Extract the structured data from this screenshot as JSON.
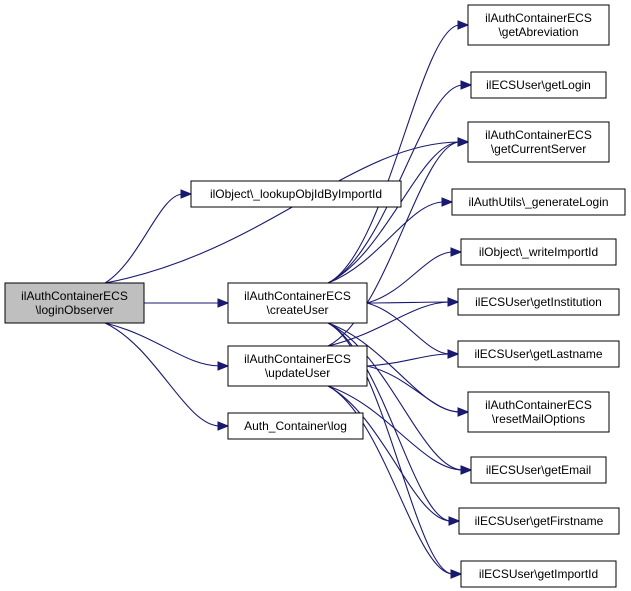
{
  "nodes": [
    {
      "id": "root",
      "lines": [
        "ilAuthContainerECS",
        "\\loginObserver"
      ],
      "root": true
    },
    {
      "id": "lookup",
      "lines": [
        "ilObject\\_lookupObjIdByImportId"
      ]
    },
    {
      "id": "create",
      "lines": [
        "ilAuthContainerECS",
        "\\createUser"
      ]
    },
    {
      "id": "update",
      "lines": [
        "ilAuthContainerECS",
        "\\updateUser"
      ]
    },
    {
      "id": "log",
      "lines": [
        "Auth_Container\\log"
      ]
    },
    {
      "id": "getAbrev",
      "lines": [
        "ilAuthContainerECS",
        "\\getAbreviation"
      ]
    },
    {
      "id": "getLogin",
      "lines": [
        "ilECSUser\\getLogin"
      ]
    },
    {
      "id": "getServer",
      "lines": [
        "ilAuthContainerECS",
        "\\getCurrentServer"
      ]
    },
    {
      "id": "genLogin",
      "lines": [
        "ilAuthUtils\\_generateLogin"
      ]
    },
    {
      "id": "writeImport",
      "lines": [
        "ilObject\\_writeImportId"
      ]
    },
    {
      "id": "getInst",
      "lines": [
        "ilECSUser\\getInstitution"
      ]
    },
    {
      "id": "getLast",
      "lines": [
        "ilECSUser\\getLastname"
      ]
    },
    {
      "id": "resetMail",
      "lines": [
        "ilAuthContainerECS",
        "\\resetMailOptions"
      ]
    },
    {
      "id": "getEmail",
      "lines": [
        "ilECSUser\\getEmail"
      ]
    },
    {
      "id": "getFirst",
      "lines": [
        "ilECSUser\\getFirstname"
      ]
    },
    {
      "id": "getImport",
      "lines": [
        "ilECSUser\\getImportId"
      ]
    }
  ],
  "edges": [
    [
      "root",
      "lookup"
    ],
    [
      "root",
      "create"
    ],
    [
      "root",
      "update"
    ],
    [
      "root",
      "log"
    ],
    [
      "root",
      "getServer"
    ],
    [
      "create",
      "getAbrev"
    ],
    [
      "create",
      "getLogin"
    ],
    [
      "create",
      "getServer"
    ],
    [
      "create",
      "genLogin"
    ],
    [
      "create",
      "writeImport"
    ],
    [
      "create",
      "getInst"
    ],
    [
      "create",
      "getLast"
    ],
    [
      "create",
      "resetMail"
    ],
    [
      "create",
      "getEmail"
    ],
    [
      "create",
      "getFirst"
    ],
    [
      "create",
      "getImport"
    ],
    [
      "update",
      "getServer"
    ],
    [
      "update",
      "getInst"
    ],
    [
      "update",
      "getLast"
    ],
    [
      "update",
      "resetMail"
    ],
    [
      "update",
      "getEmail"
    ],
    [
      "update",
      "getFirst"
    ],
    [
      "update",
      "getImport"
    ]
  ],
  "colors": {
    "edge": "#191970",
    "root_fill": "#bfbfbf",
    "node_fill": "#ffffff",
    "border": "#000000"
  }
}
